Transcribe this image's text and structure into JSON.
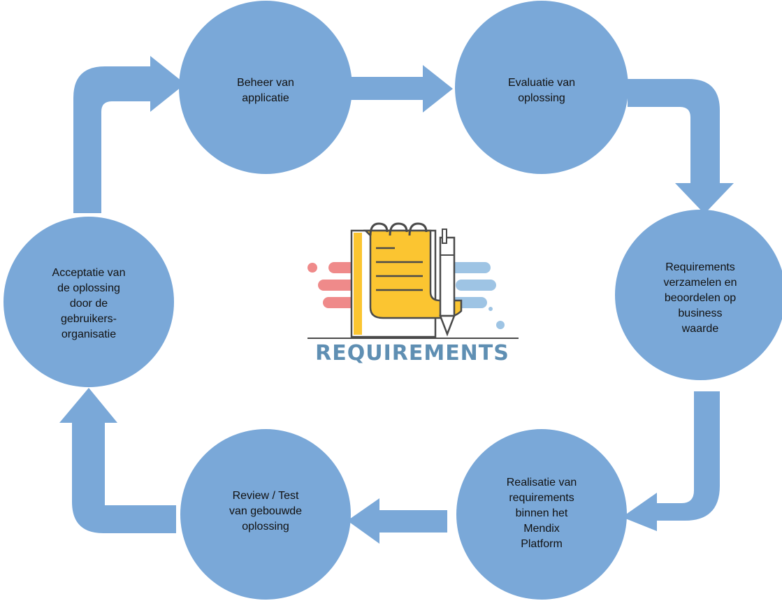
{
  "colors": {
    "flow": "#7aa8d8",
    "node": "#7aa8d8",
    "title": "#5f8fb3",
    "accent_yellow": "#fbc531",
    "accent_red": "#ef8a8a",
    "accent_blue": "#9ec4e4",
    "outline": "#4a4a4a"
  },
  "nodes": {
    "beheer": {
      "label": "Beheer van\napplicatie"
    },
    "evaluatie": {
      "label": "Evaluatie van\noplossing"
    },
    "requirements": {
      "label": "Requirements\nverzamelen en\nbeoordelen op\nbusiness\nwaarde"
    },
    "realisatie": {
      "label": "Realisatie van\nrequirements\nbinnen het\nMendix\nPlatform"
    },
    "review": {
      "label": "Review / Test\nvan gebouwde\noplossing"
    },
    "acceptatie": {
      "label": "Acceptatie van\nde oplossing\ndoor de\ngebruikers-\norganisatie"
    }
  },
  "center": {
    "title": "REQUIREMENTS",
    "icon": "notepad-pen-icon"
  }
}
